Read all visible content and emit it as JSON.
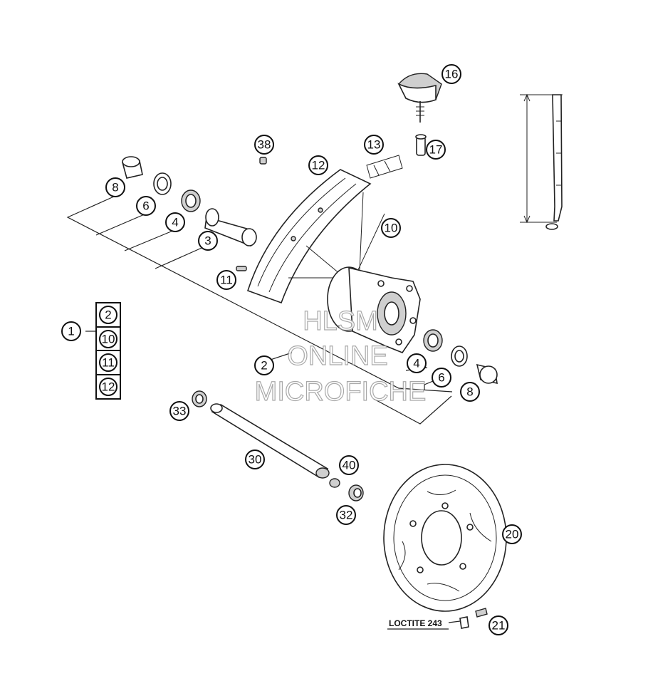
{
  "callouts": [
    {
      "id": "c16",
      "label": "16"
    },
    {
      "id": "c17",
      "label": "17"
    },
    {
      "id": "c38",
      "label": "38"
    },
    {
      "id": "c13",
      "label": "13"
    },
    {
      "id": "c12",
      "label": "12"
    },
    {
      "id": "c8a",
      "label": "8"
    },
    {
      "id": "c6a",
      "label": "6"
    },
    {
      "id": "c4a",
      "label": "4"
    },
    {
      "id": "c3",
      "label": "3"
    },
    {
      "id": "c10",
      "label": "10"
    },
    {
      "id": "c11",
      "label": "11"
    },
    {
      "id": "c1",
      "label": "1"
    },
    {
      "id": "c2",
      "label": "2"
    },
    {
      "id": "c4b",
      "label": "4"
    },
    {
      "id": "c6b",
      "label": "6"
    },
    {
      "id": "c8b",
      "label": "8"
    },
    {
      "id": "c33",
      "label": "33"
    },
    {
      "id": "c30",
      "label": "30"
    },
    {
      "id": "c40",
      "label": "40"
    },
    {
      "id": "c32",
      "label": "32"
    },
    {
      "id": "c20",
      "label": "20"
    },
    {
      "id": "c21",
      "label": "21"
    }
  ],
  "kit_items": [
    "2",
    "10",
    "11",
    "12"
  ],
  "note": "LOCTITE 243",
  "watermark": [
    "HLSM",
    "ONLINE",
    "MICROFICHE"
  ]
}
